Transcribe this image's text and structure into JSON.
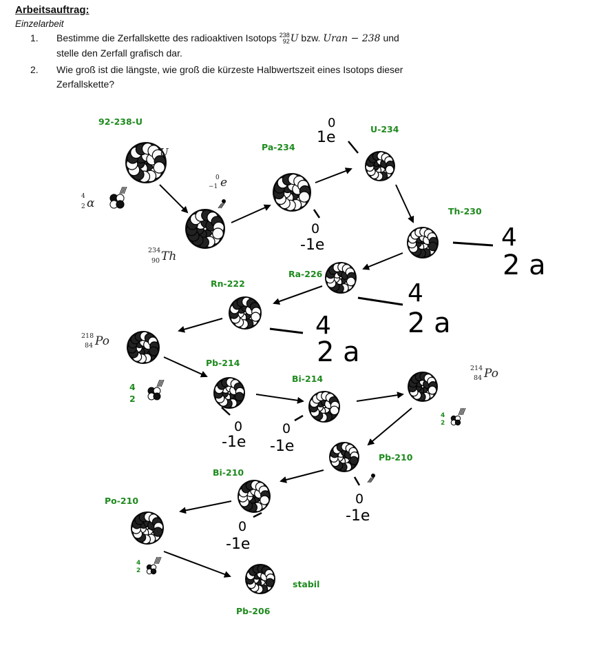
{
  "header": {
    "title": "Arbeitsauftrag:",
    "subtitle": "Einzelarbeit",
    "tasks": [
      {
        "num": "1.",
        "text_a": "Bestimme die Zerfallskette des radioaktiven Isotops ",
        "iso_sup": "238",
        "iso_sub": "92",
        "iso_sym": "U",
        "text_b": " bzw. ",
        "uran": "Uran − 238",
        "text_c": " und",
        "line2": "stelle den Zerfall grafisch dar."
      },
      {
        "num": "2.",
        "line1": "Wie groß ist die längste, wie groß die kürzeste Halbwertszeit eines Isotops dieser",
        "line2": "Zerfallskette?"
      }
    ]
  },
  "diagram": {
    "labels": {
      "u238": "92-238-U",
      "pa234": "Pa-234",
      "u234": "U-234",
      "th230": "Th-230",
      "ra226": "Ra-226",
      "rn222": "Rn-222",
      "pb214": "Pb-214",
      "bi214": "Bi-214",
      "pb210": "Pb-210",
      "bi210": "Bi-210",
      "po210": "Po-210",
      "pb206": "Pb-206",
      "stabil": "stabil",
      "alpha_num_top": "4",
      "alpha_num_bot": "2"
    },
    "printed": {
      "alpha_sup": "4",
      "alpha_sub": "2",
      "alpha_sym": "α",
      "beta_sup": "0",
      "beta_sub": "−1",
      "beta_sym": "e",
      "th_sup": "234",
      "th_sub": "90",
      "th_sym": "Th",
      "po218_sup": "218",
      "po218_sub": "84",
      "po218_sym": "Po",
      "po214_sup": "214",
      "po214_sub": "84",
      "po214_sym": "Po",
      "u_glyph": "U"
    },
    "handwritten": {
      "beta_top": "0",
      "beta_bot": "-1e",
      "beta_top_u234": "0",
      "beta_bot_u234": "1e",
      "alpha_top": "4",
      "alpha_bot": "2 a"
    },
    "colors": {
      "label_green": "#1e8a1e",
      "ink": "#000000"
    }
  }
}
